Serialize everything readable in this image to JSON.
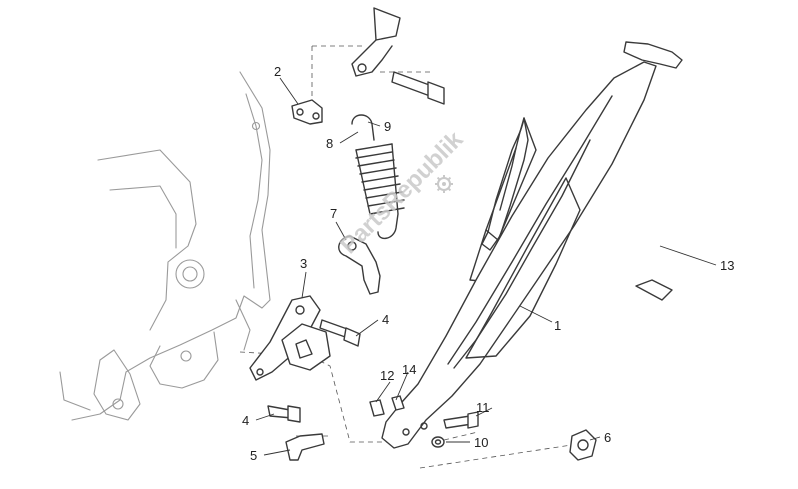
{
  "watermark": {
    "text": "PartsRepublik"
  },
  "callouts": [
    {
      "id": "1",
      "text": "1"
    },
    {
      "id": "2",
      "text": "2"
    },
    {
      "id": "3",
      "text": "3"
    },
    {
      "id": "4a",
      "text": "4"
    },
    {
      "id": "4b",
      "text": "4"
    },
    {
      "id": "5",
      "text": "5"
    },
    {
      "id": "6",
      "text": "6"
    },
    {
      "id": "7",
      "text": "7"
    },
    {
      "id": "8",
      "text": "8"
    },
    {
      "id": "9",
      "text": "9"
    },
    {
      "id": "10",
      "text": "10"
    },
    {
      "id": "11",
      "text": "11"
    },
    {
      "id": "12",
      "text": "12"
    },
    {
      "id": "13",
      "text": "13"
    },
    {
      "id": "14",
      "text": "14"
    }
  ]
}
